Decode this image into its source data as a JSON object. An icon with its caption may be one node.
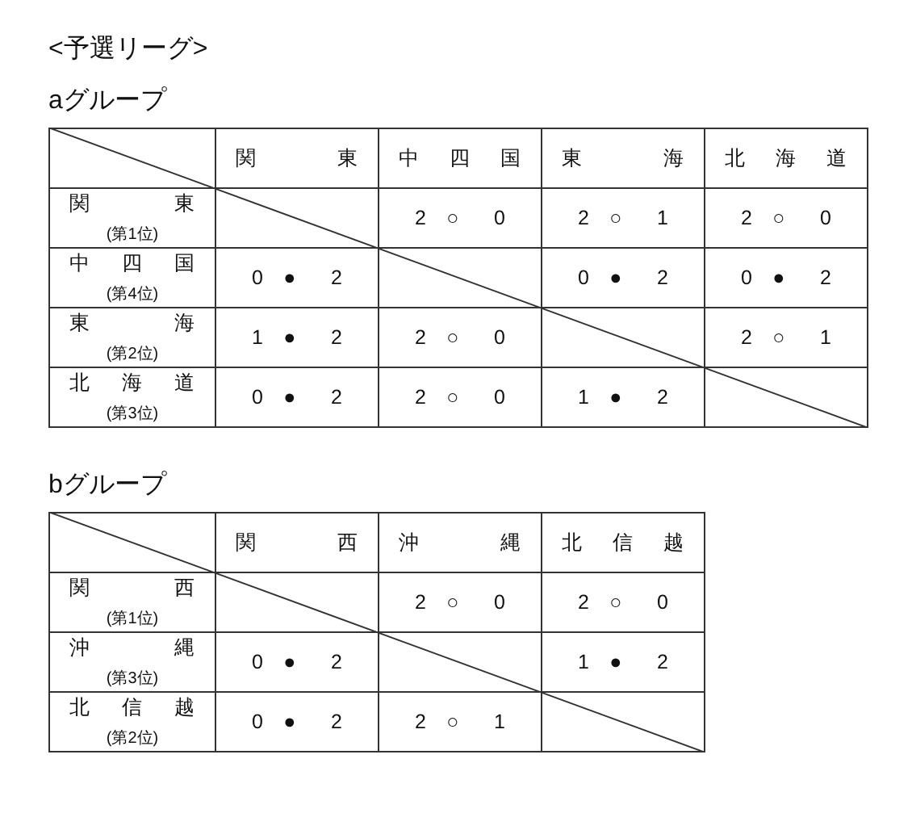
{
  "diagram": {
    "title": "<予選リーグ>",
    "labels": [
      "aグループ",
      "関東",
      "中四国",
      "東海",
      "北海道",
      "関東",
      "(第1位)",
      "2 ○ 0",
      "2 ○ 1",
      "2 ○ 0",
      "中四国",
      "(第4位)",
      "0 ● 2",
      "0 ● 2",
      "0 ● 2",
      "東海",
      "(第2位)",
      "1 ● 2",
      "2 ○ 0",
      "2 ○ 1",
      "北海道",
      "(第3位)",
      "0 ● 2",
      "2 ○ 0",
      "1 ● 2",
      "bグループ",
      "関西",
      "沖縄",
      "北信越",
      "関西",
      "(第1位)",
      "2 ○ 0",
      "2 ○ 0",
      "沖縄",
      "(第3位)",
      "0 ● 2",
      "1 ● 2",
      "北信越",
      "(第2位)",
      "0 ● 2",
      "2 ○ 1"
    ]
  }
}
